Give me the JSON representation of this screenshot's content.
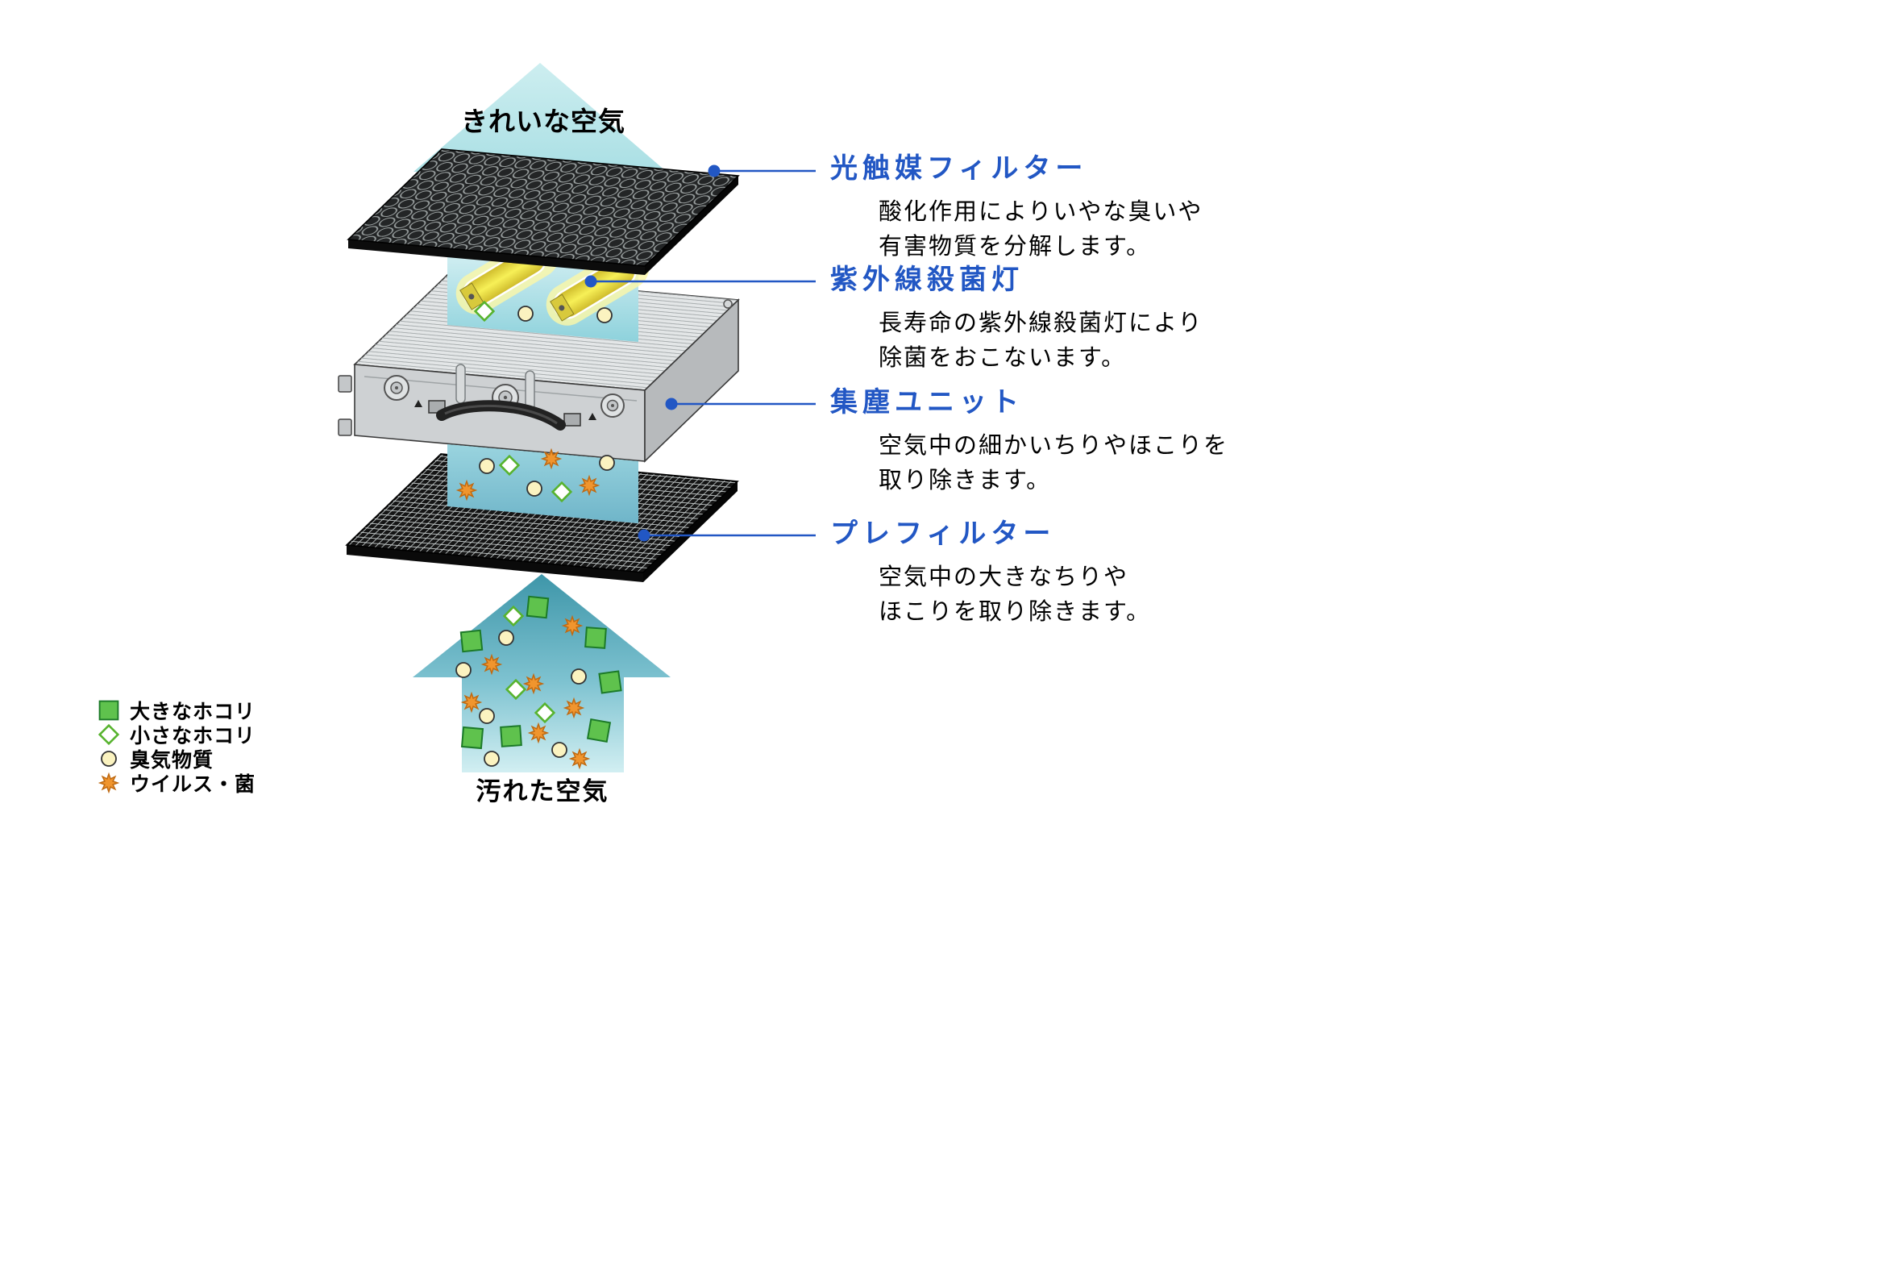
{
  "diagram": {
    "clean_air_label": "きれいな空気",
    "dirty_air_label": "汚れた空気"
  },
  "callouts": [
    {
      "title": "光触媒フィルター",
      "lines": [
        "酸化作用によりいやな臭いや",
        "有害物質を分解します。"
      ]
    },
    {
      "title": "紫外線殺菌灯",
      "lines": [
        "長寿命の紫外線殺菌灯により",
        "除菌をおこないます。"
      ]
    },
    {
      "title": "集塵ユニット",
      "lines": [
        "空気中の細かいちりやほこりを",
        "取り除きます。"
      ]
    },
    {
      "title": "プレフィルター",
      "lines": [
        "空気中の大きなちりや",
        "ほこりを取り除きます。"
      ]
    }
  ],
  "legend": {
    "items": [
      {
        "icon": "large-dust-square",
        "label": "大きなホコリ"
      },
      {
        "icon": "small-dust-diamond",
        "label": "小さなホコリ"
      },
      {
        "icon": "odor-circle",
        "label": "臭気物質"
      },
      {
        "icon": "virus-star",
        "label": "ウイルス・菌"
      }
    ]
  },
  "colors": {
    "callout-blue": "#2257c4",
    "dust-green": "#5fc24d",
    "odor-yellow": "#fbf3c0",
    "virus-orange": "#f0952e",
    "arrow-teal-dark": "#3e96a9",
    "arrow-teal-light": "#cdeef0"
  }
}
